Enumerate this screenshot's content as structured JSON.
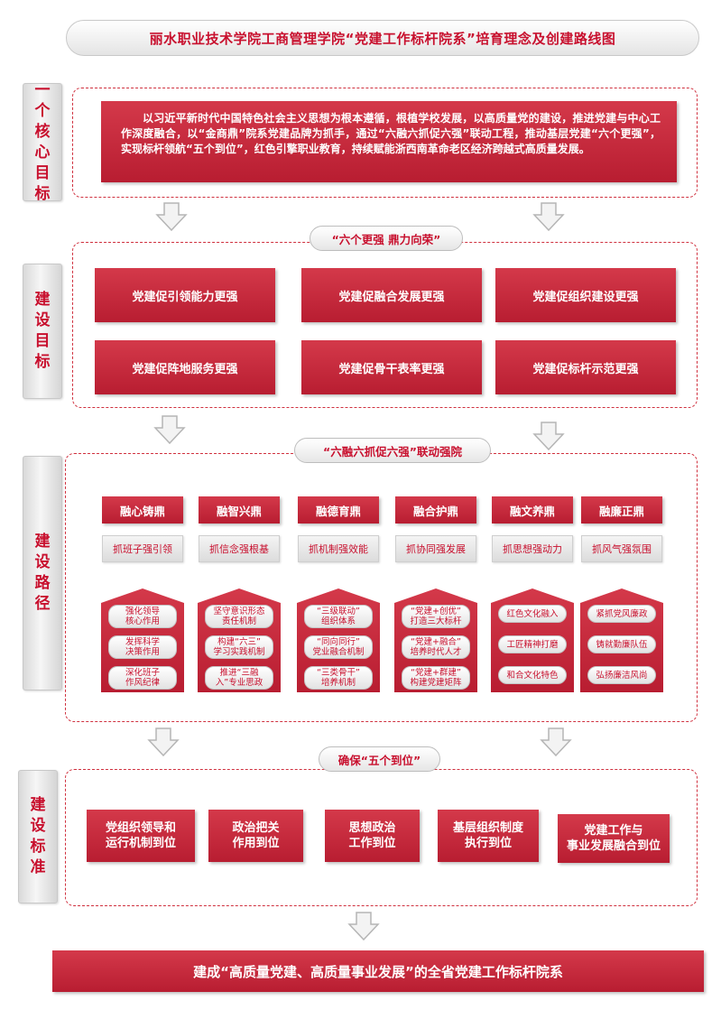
{
  "title": "丽水职业技术学院工商管理学院“党建工作标杆院系”培育理念及创建路线图",
  "core": {
    "label": [
      "一",
      "个",
      "核",
      "心",
      "目",
      "标"
    ],
    "text": "以习近平新时代中国特色社会主义思想为根本遵循，根植学校发展，以高质量党的建设，推进党建与中心工作深度融合，以“金商鼎”院系党建品牌为抓手，通过“六融六抓促六强”联动工程，推动基层党建“六个更强”，实现标杆领航“五个到位”，红色引擎职业教育，持续赋能浙西南革命老区经济跨越式高质量发展。"
  },
  "goals": {
    "label": [
      "建",
      "设",
      "目",
      "标"
    ],
    "pill": "“六个更强 鼎力向荣”",
    "items": [
      "党建促引领能力更强",
      "党建促融合发展更强",
      "党建促组织建设更强",
      "党建促阵地服务更强",
      "党建促骨干表率更强",
      "党建促标杆示范更强"
    ]
  },
  "path": {
    "label": [
      "建",
      "设",
      "路",
      "径"
    ],
    "pill": "“六融六抓促六强”联动强院",
    "columns": [
      {
        "head": "融心铸鼎",
        "sub": "抓班子强引领",
        "chips": [
          "强化领导\n核心作用",
          "发挥科学\n决策作用",
          "深化班子\n作风纪律"
        ]
      },
      {
        "head": "融智兴鼎",
        "sub": "抓信念强根基",
        "chips": [
          "坚守意识形态\n责任机制",
          "构建“六三”\n学习实践机制",
          "推进“三融\n入”专业思政"
        ]
      },
      {
        "head": "融德育鼎",
        "sub": "抓机制强效能",
        "chips": [
          "“三级联动”\n组织体系",
          "“同向同行”\n党业融合机制",
          "“三类骨干”\n培养机制"
        ]
      },
      {
        "head": "融合护鼎",
        "sub": "抓协同强发展",
        "chips": [
          "“党建+创优”\n打造三大标杆",
          "“党建+融合”\n培养时代人才",
          "“党建+群建”\n构建党建矩阵"
        ]
      },
      {
        "head": "融文养鼎",
        "sub": "抓思想强动力",
        "chips": [
          "红色文化融入",
          "工匠精神打磨",
          "和合文化特色"
        ]
      },
      {
        "head": "融廉正鼎",
        "sub": "抓风气强氛围",
        "chips": [
          "紧抓党风廉政",
          "铸就勤廉队伍",
          "弘扬廉洁风尚"
        ]
      }
    ]
  },
  "standards": {
    "label": [
      "建",
      "设",
      "标",
      "准"
    ],
    "pill": "确保“五个到位”",
    "items": [
      "党组织领导和\n运行机制到位",
      "政治把关\n作用到位",
      "思想政治\n工作到位",
      "基层组织制度\n执行到位",
      "党建工作与\n事业发展融合到位"
    ]
  },
  "result": "建成“高质量党建、高质量事业发展”的全省党建工作标杆院系",
  "colors": {
    "accent": "#c8102e",
    "block": "#c62a3d",
    "gray": "#e4e4e4"
  }
}
